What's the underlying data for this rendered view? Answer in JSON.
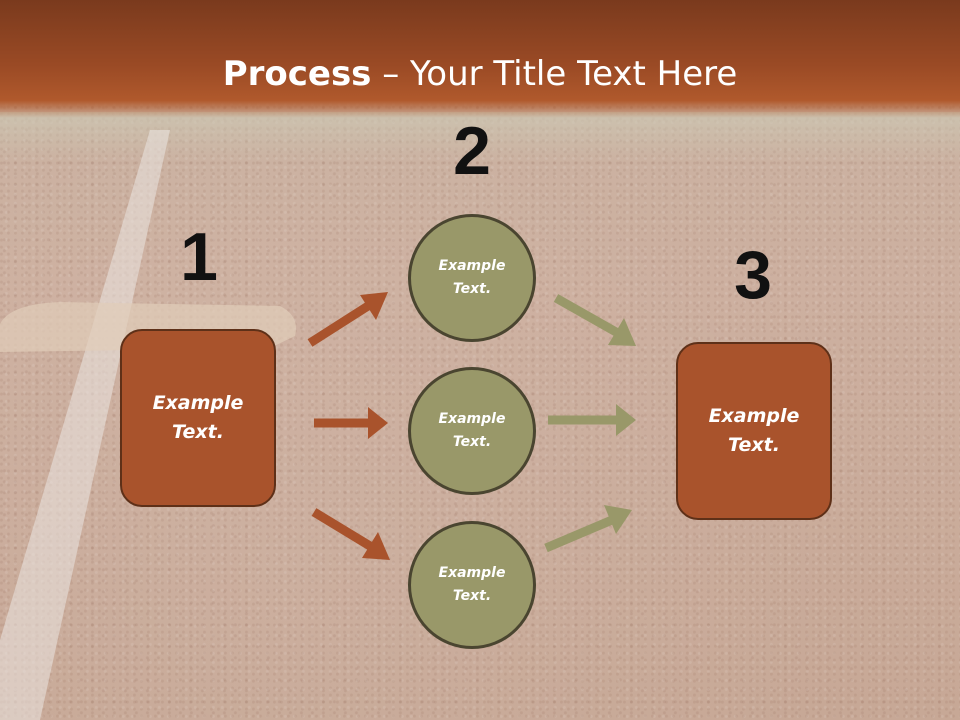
{
  "title": {
    "bold": "Process",
    "rest": " – Your Title Text Here"
  },
  "steps": [
    {
      "number": "1"
    },
    {
      "number": "2"
    },
    {
      "number": "3"
    }
  ],
  "boxes": {
    "left": "Example Text.",
    "right": "Example Text."
  },
  "circles": [
    "Example Text.",
    "Example Text.",
    "Example Text."
  ],
  "colors": {
    "box": "#a9532c",
    "circle": "#999869",
    "arrow_left": "#a9532c",
    "arrow_right": "#999869",
    "title_bar": "#9a4a25"
  }
}
